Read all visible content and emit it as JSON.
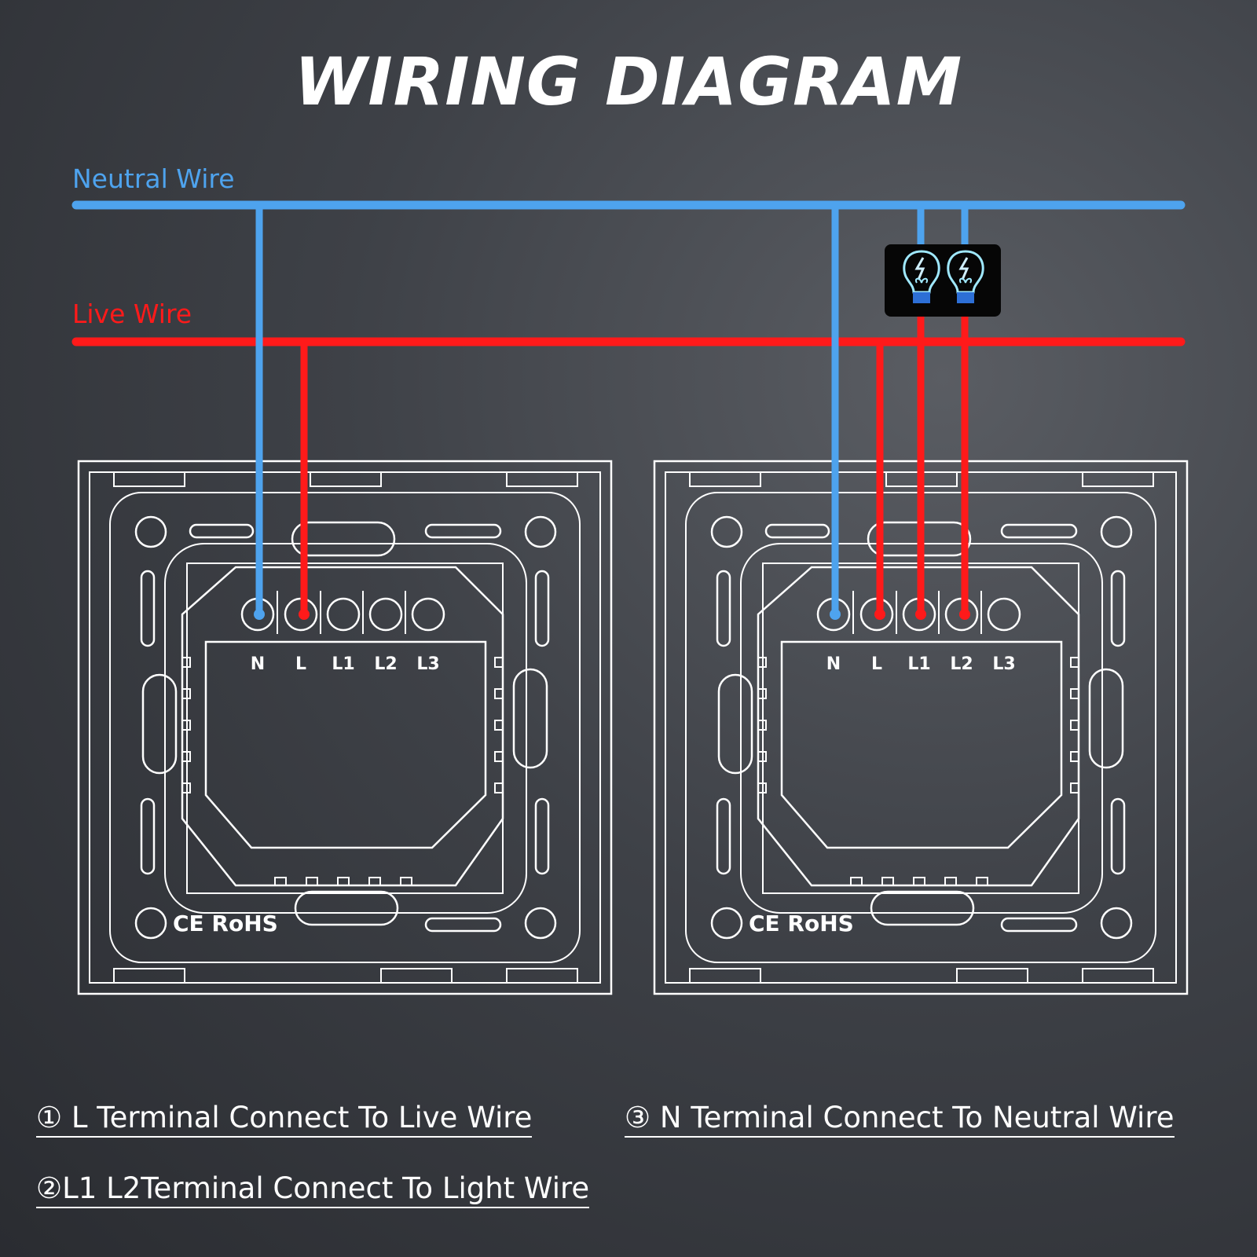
{
  "title": "WIRING DIAGRAM",
  "wires": {
    "neutral_label": "Neutral Wire",
    "live_label": "Live Wire",
    "neutral_color": "#4ea3ee",
    "live_color": "#ff1a1a"
  },
  "switch_panel": {
    "terminals": [
      "N",
      "L",
      "L1",
      "L2",
      "L3"
    ],
    "cert_marks": "CE RoHS"
  },
  "bulbs": [
    "bulb-icon",
    "bulb-icon"
  ],
  "notes": {
    "note1": "① L Terminal Connect To Live Wire",
    "note3": "③ N Terminal Connect To Neutral Wire",
    "note2": "②L1 L2Terminal Connect To Light Wire"
  }
}
